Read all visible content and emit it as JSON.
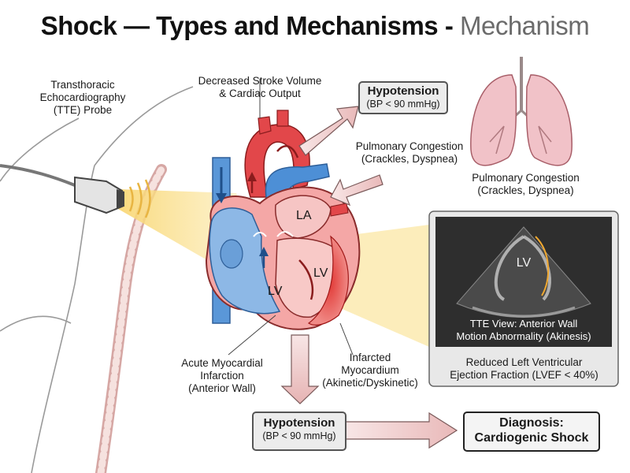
{
  "title": {
    "main": "Shock — Types and Mechanisms -",
    "sub": "Mechanism"
  },
  "labels": {
    "probe": [
      "Transthoracic",
      "Echocardiography",
      "(TTE) Probe"
    ],
    "stroke_volume": [
      "Decreased Stroke Volume",
      "& Cardiac Output"
    ],
    "pulm_congestion_center": [
      "Pulmonary Congestion",
      "(Crackles, Dyspnea)"
    ],
    "pulm_congestion_right": [
      "Pulmonary Congestion",
      "(Crackles, Dyspnea)"
    ],
    "ami": [
      "Acute Myocardial",
      "Infarction",
      "(Anterior Wall)"
    ],
    "infarcted": [
      "Infarcted",
      "Myocardium",
      "(Akinetic/Dyskinetic)"
    ]
  },
  "heart_labels": {
    "la": "LA",
    "lv_right": "LV",
    "lv_left": "LV"
  },
  "hypotension_top": {
    "heading": "Hypotension",
    "detail": "(BP < 90 mmHg)"
  },
  "hypotension_bottom": {
    "heading": "Hypotension",
    "detail": "(BP < 90 mmHg)"
  },
  "diagnosis": {
    "line1": "Diagnosis:",
    "line2": "Cardiogenic Shock"
  },
  "tte_panel": {
    "lv_label": "LV",
    "caption": [
      "TTE View: Anterior Wall",
      "Motion Abnormality (Akinesis)"
    ],
    "footer": [
      "Reduced Left Ventricular",
      "Ejection Fraction (LVEF < 40%)"
    ]
  },
  "colors": {
    "artery_red": "#e2474a",
    "vein_blue": "#4d8fd6",
    "muscle_pink": "#f4a7a6",
    "infarct_red": "#d42b2b",
    "lung_pink": "#f1c2c8",
    "arrow_fill": "#f2d3d3",
    "ultrasound_beam": "#f9d775"
  },
  "icons": [
    "tte-probe-icon",
    "heart-icon",
    "lungs-icon",
    "echo-sector-icon"
  ]
}
